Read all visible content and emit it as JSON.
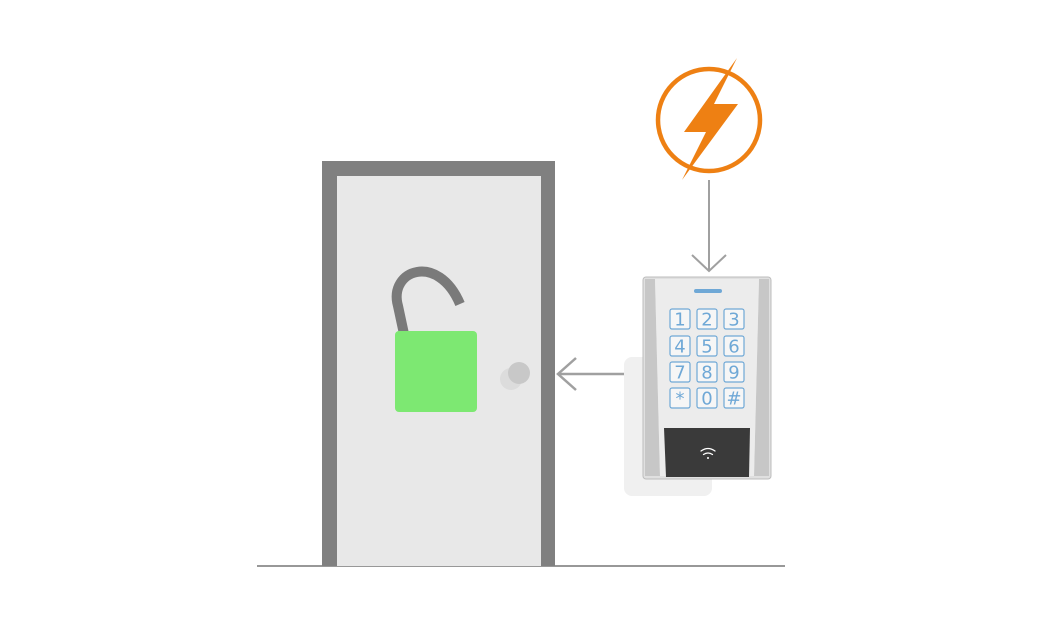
{
  "keypad": {
    "keys": [
      "1",
      "2",
      "3",
      "4",
      "5",
      "6",
      "7",
      "8",
      "9",
      "*",
      "0",
      "#"
    ]
  },
  "icons": {
    "power": "lightning-bolt-icon",
    "lock": "unlocked-padlock-icon",
    "reader": "wireless-contactless-icon"
  },
  "colors": {
    "power": "#ee8013",
    "lock_body": "#7de872",
    "lock_shackle": "#7a7a7a",
    "door_frame": "#808080",
    "door_panel": "#e8e8e8",
    "arrow": "#a0a0a0",
    "key_text": "#6fa8d6",
    "reader_pad": "#3a3a3a",
    "indicator": "#6fa8d6"
  }
}
